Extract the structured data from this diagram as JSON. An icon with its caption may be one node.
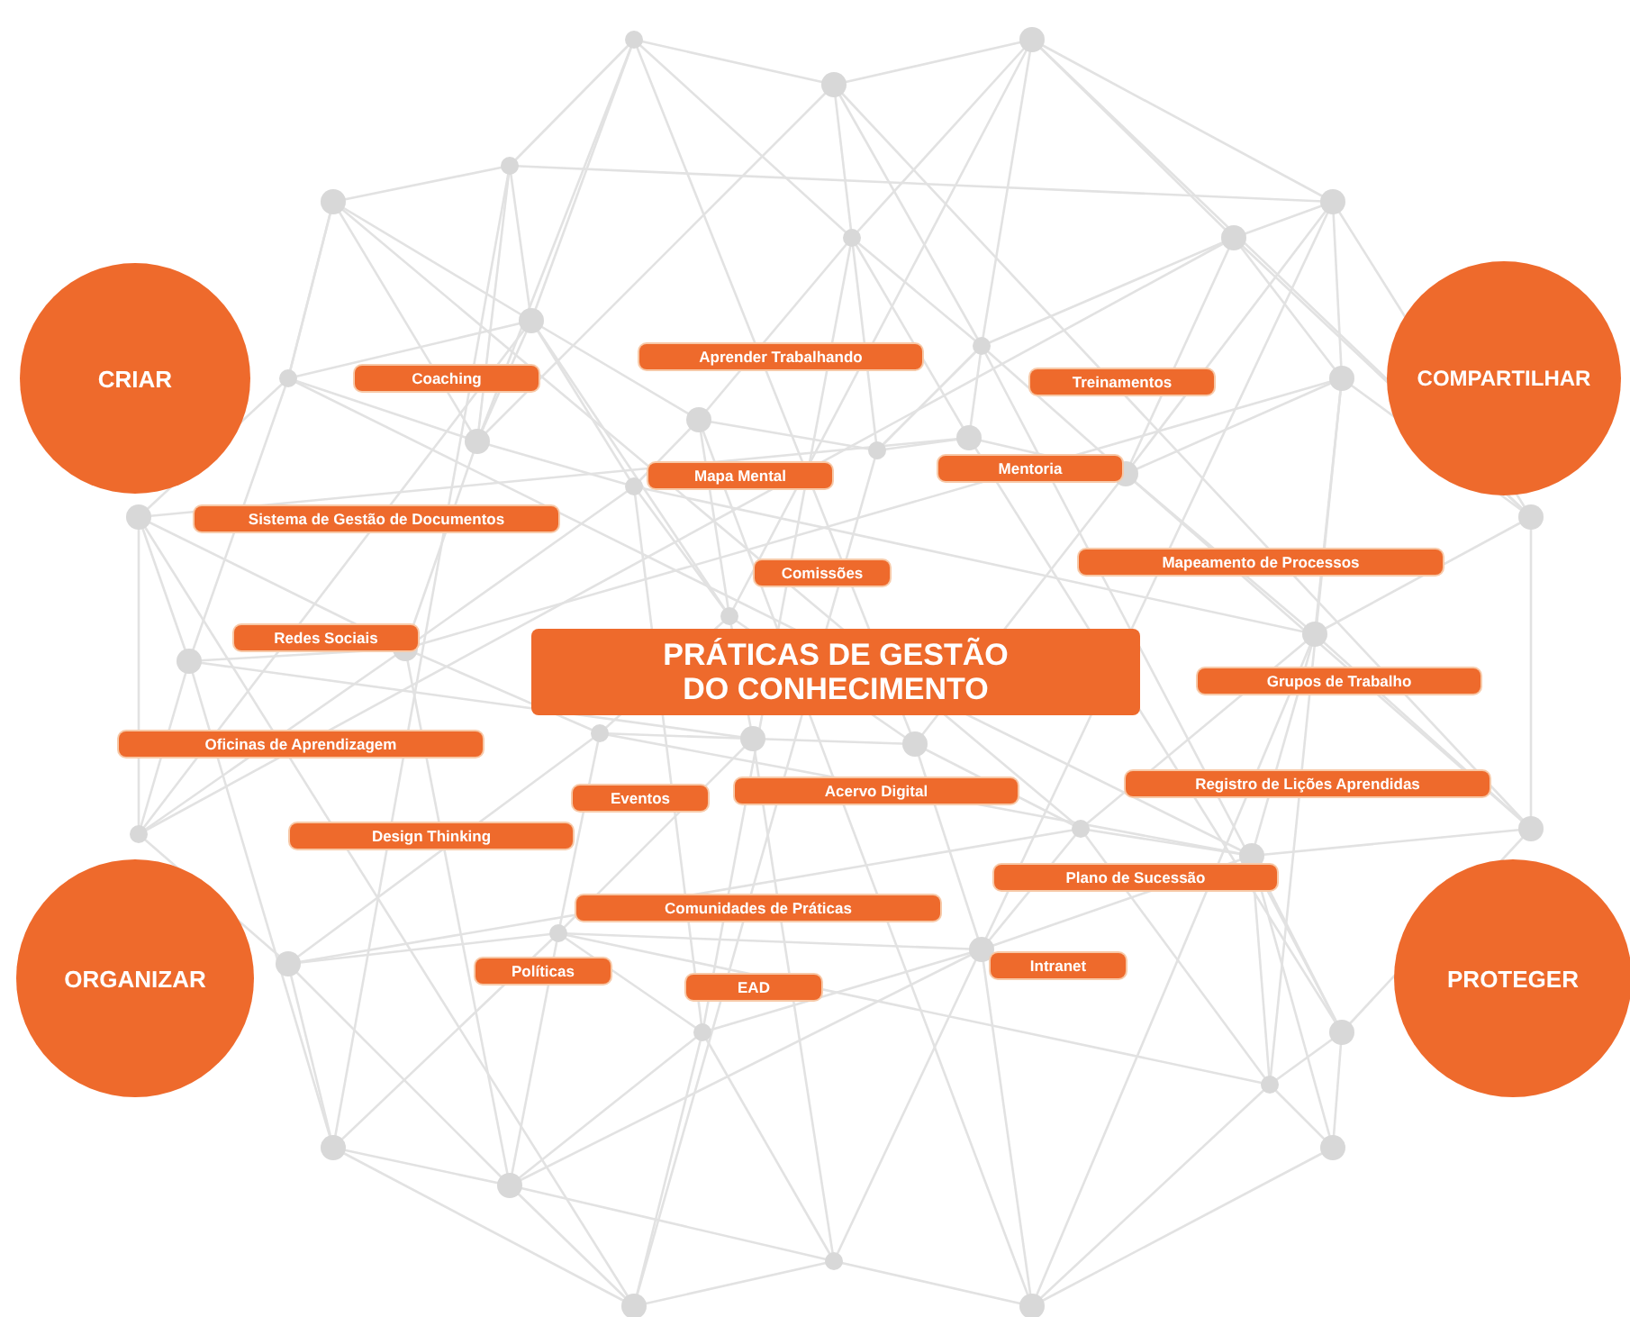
{
  "diagram": {
    "nodes": [
      {
        "text": [
          "CRIAR"
        ]
      },
      {
        "text": [
          "COMPARTILHAR"
        ]
      },
      {
        "text": [
          "PRÁTICAS DE GESTÃO DO CONHECIMENTO"
        ]
      },
      {
        "text": [
          "Aprender Trabalhando"
        ]
      },
      {
        "text": [
          "Coaching"
        ]
      },
      {
        "text": [
          "Treinamentos"
        ]
      },
      {
        "text": [
          "Mentoria"
        ]
      },
      {
        "text": [
          "Mapa Mental"
        ]
      },
      {
        "text": [
          "Sistema de Gestão de Documentos"
        ]
      },
      {
        "text": [
          "Mapeamento de Processos"
        ]
      },
      {
        "text": [
          "Comissões"
        ]
      },
      {
        "text": [
          "Redes Sociais"
        ]
      },
      {
        "text": [
          "Grupos de Trabalho"
        ]
      },
      {
        "text": [
          "Oficinas de Aprendizagem"
        ]
      },
      {
        "text": [
          "Registro de Lições Aprendidas"
        ]
      },
      {
        "text": [
          "Acervo Digital"
        ]
      },
      {
        "text": [
          "Eventos"
        ]
      },
      {
        "text": [
          "Design Thinking"
        ]
      },
      {
        "text": [
          "Plano de Sucessão"
        ]
      },
      {
        "text": [
          "Comunidades de Práticas"
        ]
      },
      {
        "text": [
          "Intranet"
        ]
      },
      {
        "text": [
          "Políticas"
        ]
      },
      {
        "text": [
          "EAD"
        ]
      },
      {
        "text": [
          "ORGANIZAR"
        ]
      },
      {
        "text": [
          "PROTEGER"
        ]
      }
    ]
  }
}
